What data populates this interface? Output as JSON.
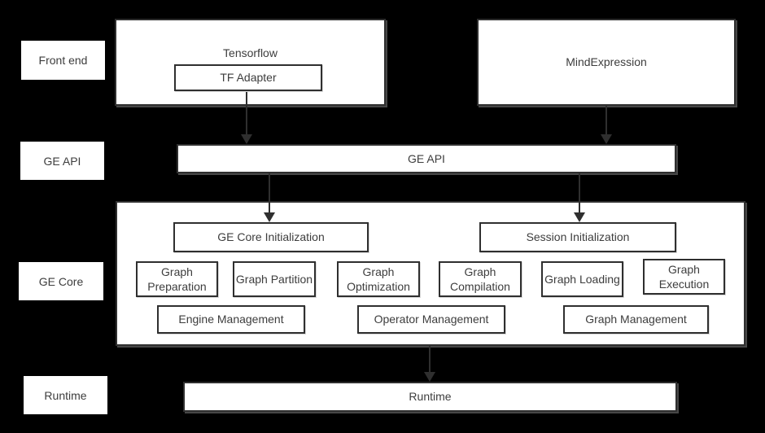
{
  "colors": {
    "background": "#000000",
    "box_fill": "#ffffff",
    "box_border": "#2f2f2f",
    "text": "#3d3d3d",
    "arrow": "#2f2f2f"
  },
  "side_labels": {
    "front_end": "Front end",
    "ge_api": "GE API",
    "ge_core": "GE Core",
    "runtime": "Runtime"
  },
  "front_end": {
    "tensorflow": "Tensorflow",
    "tf_adapter": "TF Adapter",
    "mind_expression": "MindExpression"
  },
  "ge_api": {
    "label": "GE API"
  },
  "ge_core": {
    "init": [
      "GE Core Initialization",
      "Session Initialization"
    ],
    "stages": [
      "Graph Preparation",
      "Graph Partition",
      "Graph Optimization",
      "Graph Compilation",
      "Graph Loading",
      "Graph Execution"
    ],
    "management": [
      "Engine Management",
      "Operator Management",
      "Graph Management"
    ]
  },
  "runtime": {
    "label": "Runtime"
  }
}
